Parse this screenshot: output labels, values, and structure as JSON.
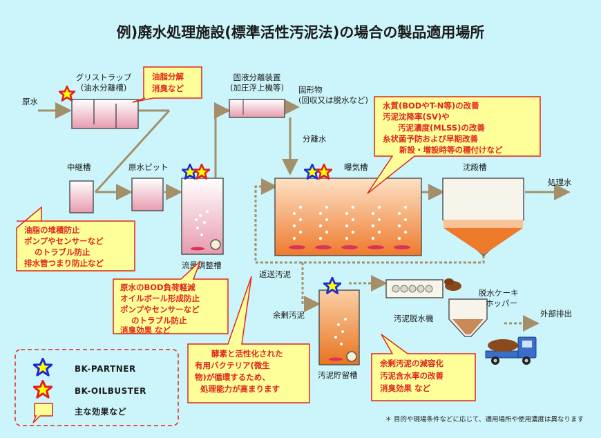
{
  "title": "例)廃水処理施設(標準活性汚泥法)の場合の製品適用場所",
  "labels": {
    "grease_trap": [
      "グリストラップ",
      "(油水分離槽)"
    ],
    "raw_water": "原水",
    "solid_liquid_sep": [
      "固液分離装置",
      "(加圧浮上機等)"
    ],
    "solids": [
      "固形物",
      "(回収又は脱水など)"
    ],
    "separated_water": "分離水",
    "relay_tank": "中継槽",
    "raw_pit": "原水ピット",
    "aeration_tank": "曝気槽",
    "settling_tank": "沈殿槽",
    "treated_water": "処理水",
    "flow_tank": "流量調整槽",
    "return_sludge": "返送汚泥",
    "dewater_hopper": [
      "脱水ケーキ",
      "ホッパー"
    ],
    "excess_sludge": "余剰汚泥",
    "sludge_dewaterer": "汚泥脱水機",
    "external_discharge": "外部排出",
    "sludge_storage": "汚泥貯留槽"
  },
  "callouts": {
    "grease": [
      "油脂分解",
      "消臭など"
    ],
    "aeration": [
      "水質(BODやT-N等)の改善",
      "汚泥沈降率(SV)や",
      "汚泥濃度(MLSS)の改善",
      "糸状菌予防および早期改善",
      "新設・増設時等の種付けなど"
    ],
    "relay": [
      "油脂の堆積防止",
      "ポンプやセンサーなど",
      "のトラブル防止",
      "排水管つまり防止など"
    ],
    "flow": [
      "原水のBOD負荷軽減",
      "オイルボール形成防止",
      "ポンプやセンサーなど",
      "のトラブル防止",
      "消臭効果 など"
    ],
    "enzyme": [
      "酵素と活性化された",
      "有用バクテリア(微生",
      "物)が循環するため、",
      "処理能力が高まります"
    ],
    "excess": [
      "余剰汚泥の減容化",
      "汚泥含水率の改善",
      "消臭効果 など"
    ]
  },
  "legend": {
    "partner": "BK-PARTNER",
    "oilbuster": "BK-OILBUSTER",
    "effects": "主な効果など"
  },
  "footnote": "＊ 目的や現場条件などに応じて、適用場所や使用濃度は異なります",
  "colors": {
    "background": "#ccf5fb",
    "callout_fill": "#ffff99",
    "callout_stroke": "#e0251b",
    "callout_text": "#e0251b",
    "pipe": "#a3906a",
    "return_pipe": "#a3906a",
    "star_blue": "#1a2ad8",
    "star_red": "#e02020",
    "star_fill": "#ffff00",
    "water_pink": "#f2c6d2",
    "sludge_orange": "#f08a3c",
    "truck": "#3a6ec8",
    "cake": "#8a4a1c"
  }
}
